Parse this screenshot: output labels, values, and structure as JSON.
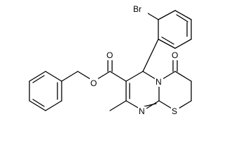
{
  "diagram": {
    "type": "skeletal-structure",
    "atoms": {
      "br": "Br",
      "o_ketone": "O",
      "o_carbonyl": "O",
      "o_ester": "O",
      "n_ring": "N",
      "n_imine": "N",
      "s_ring": "S"
    },
    "colors": {
      "bond": "#000000",
      "label": "#000000",
      "background": "#ffffff"
    }
  }
}
